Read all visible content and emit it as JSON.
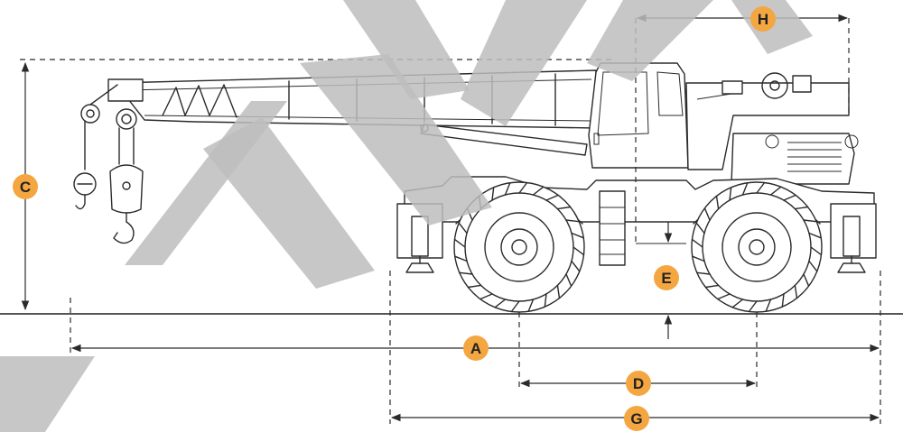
{
  "labels": {
    "A": "A",
    "C": "C",
    "D": "D",
    "E": "E",
    "G": "G",
    "H": "H"
  },
  "colors": {
    "badge": "#f4a640",
    "line": "#2b2b2b",
    "watermark": "#bdbdbd"
  }
}
